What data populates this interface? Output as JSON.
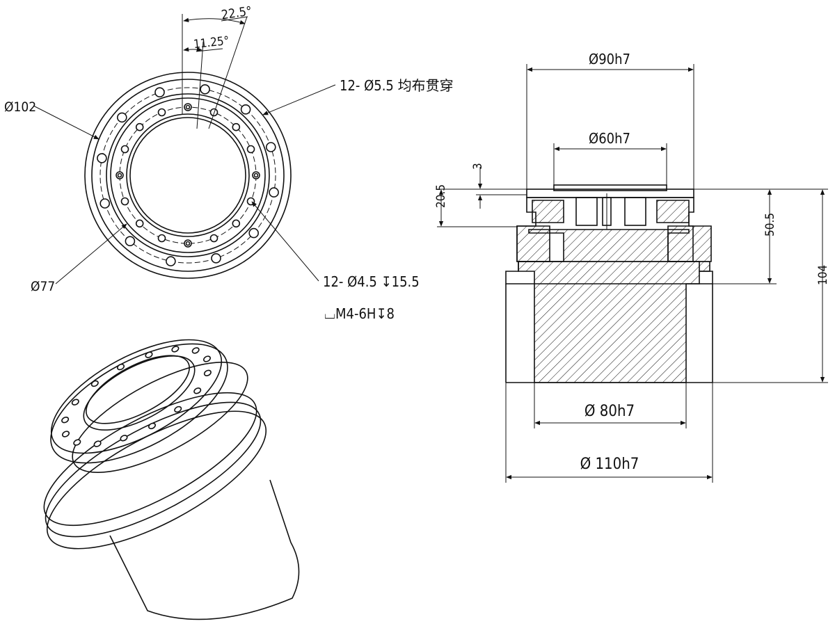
{
  "front_view": {
    "angle_pitch": "22.5°",
    "angle_half": "11.25°",
    "dia_outer": "Ø102",
    "dia_inner": "Ø77",
    "holes_through": "12- Ø5.5 均布贯穿",
    "holes_blind": "12- Ø4.5 ↧15.5",
    "thread_spec": "⌴M4-6H↧8"
  },
  "section_view": {
    "dia_top": "Ø90h7",
    "dia_flange": "Ø60h7",
    "dim_3": "3",
    "dim_20_5": "20.5",
    "dim_50_5": "50.5",
    "dim_104": "104",
    "dia_body": "Ø 80h7",
    "dia_base": "Ø 110h7"
  }
}
